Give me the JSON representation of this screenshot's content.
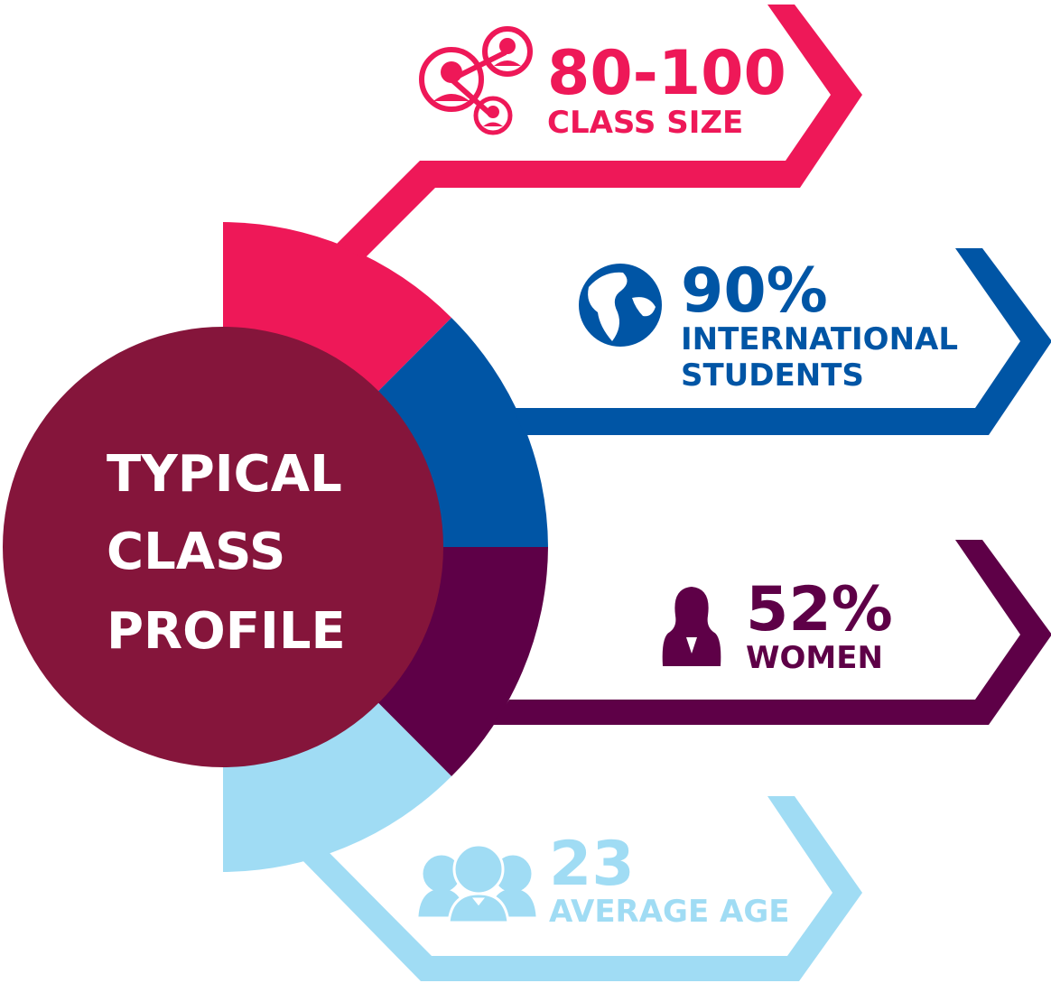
{
  "center": {
    "lines": [
      "TYPICAL",
      "CLASS",
      "PROFILE"
    ],
    "color": "#85153b"
  },
  "stats": [
    {
      "value": "80-100",
      "label_lines": [
        "CLASS SIZE"
      ],
      "color": "#ee1858",
      "icon": "people-network-icon"
    },
    {
      "value": "90%",
      "label_lines": [
        "INTERNATIONAL",
        "STUDENTS"
      ],
      "color": "#0055a5",
      "icon": "globe-icon"
    },
    {
      "value": "52%",
      "label_lines": [
        "WOMEN"
      ],
      "color": "#5e0047",
      "icon": "woman-icon"
    },
    {
      "value": "23",
      "label_lines": [
        "AVERAGE AGE"
      ],
      "color": "#a0dcf4",
      "icon": "group-icon"
    }
  ]
}
